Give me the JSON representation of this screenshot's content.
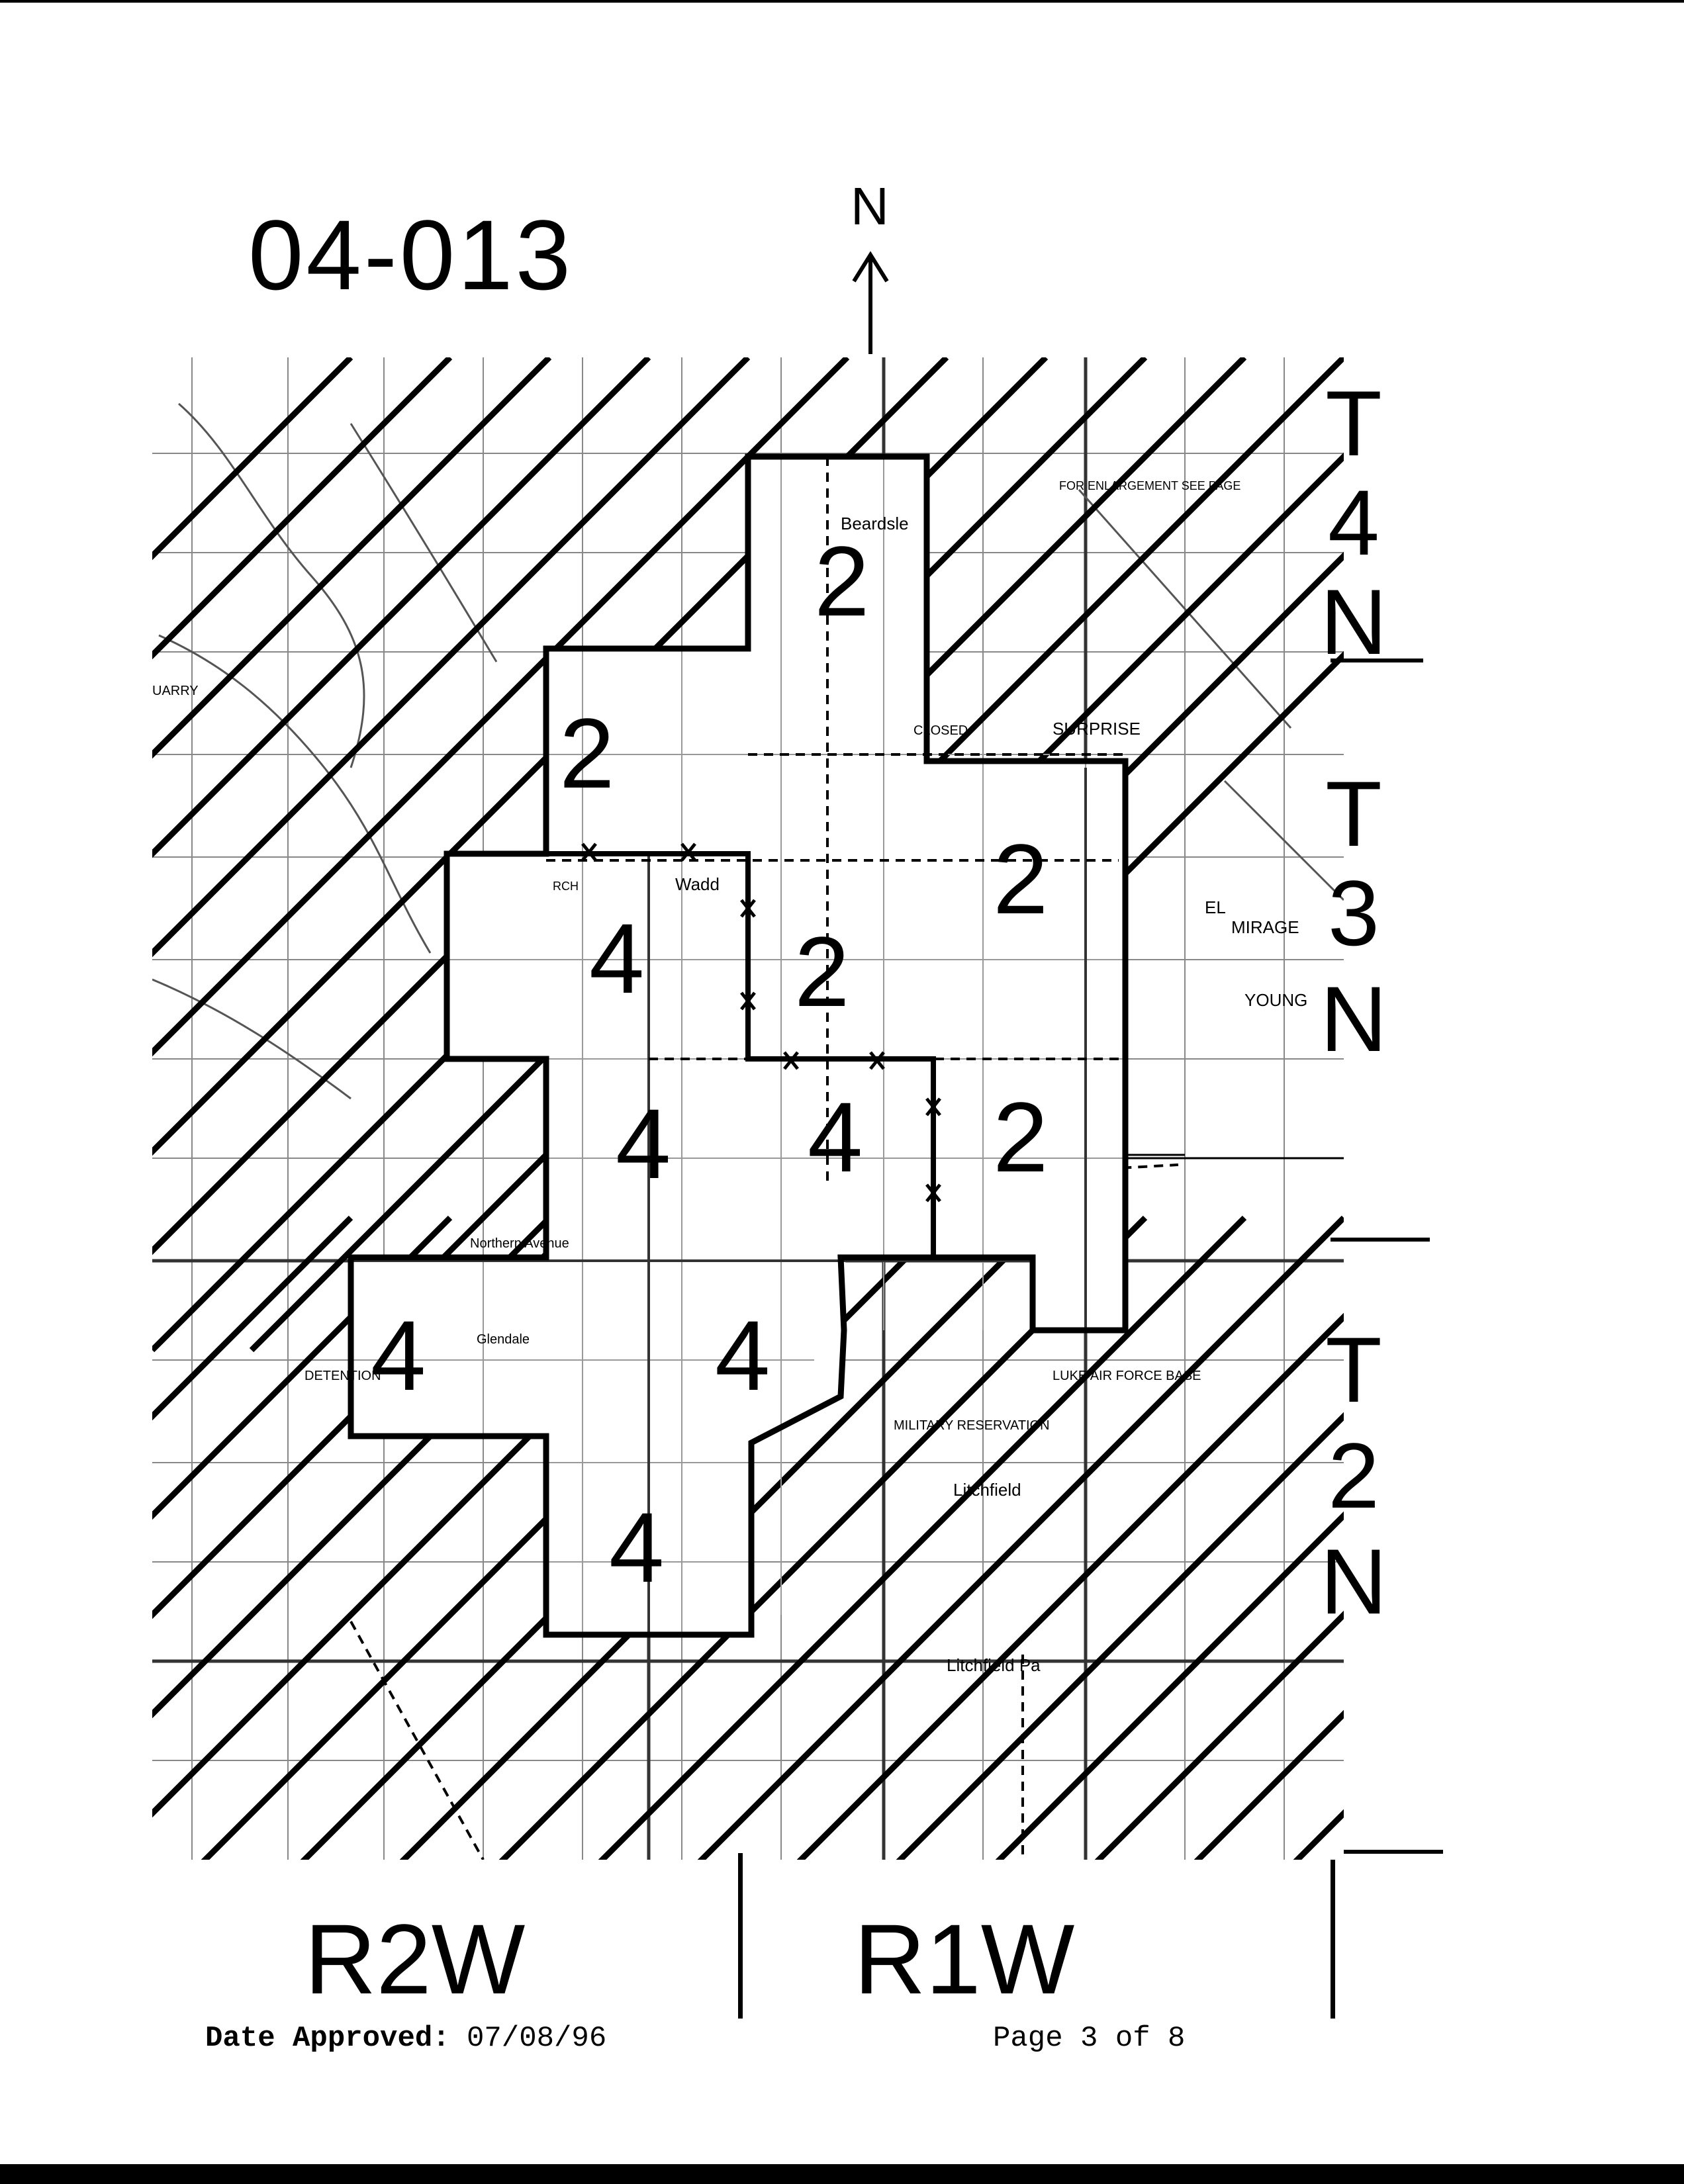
{
  "map_id": "04-013",
  "north_label": "N",
  "townships": {
    "t4n": [
      "T",
      "4",
      "N"
    ],
    "t3n": [
      "T",
      "3",
      "N"
    ],
    "t2n": [
      "T",
      "2",
      "N"
    ]
  },
  "ranges": {
    "left": "R2W",
    "right": "R1W"
  },
  "zone_numbers": [
    "2",
    "2",
    "2",
    "2",
    "2",
    "4",
    "4",
    "4",
    "4",
    "4",
    "4"
  ],
  "place_labels": {
    "beardsley": "Beardsle",
    "surprise": "SURPRISE",
    "el_mirage_a": "EL",
    "el_mirage_b": "MIRAGE",
    "young": "YOUNG",
    "waddell": "Wadd",
    "litchfield": "Litchfield",
    "litchfield_park": "Litchfield Pa",
    "glendale_avenue": "Glendale",
    "northern_avenue": "Northern Avenue",
    "detention_basin": "DETENTION",
    "luke_air_force_base": "LUKE AIR FORCE BASE",
    "military_reservation": "MILITARY RESERVATION",
    "closed": "CLOSED",
    "for_enlargement": "FOR ENLARGEMENT SEE PAGE",
    "rch": "RCH",
    "quarry": "UARRY"
  },
  "footer": {
    "date_label": "Date Approved:",
    "date_value": "07/08/96",
    "page": "Page 3 of 8"
  }
}
